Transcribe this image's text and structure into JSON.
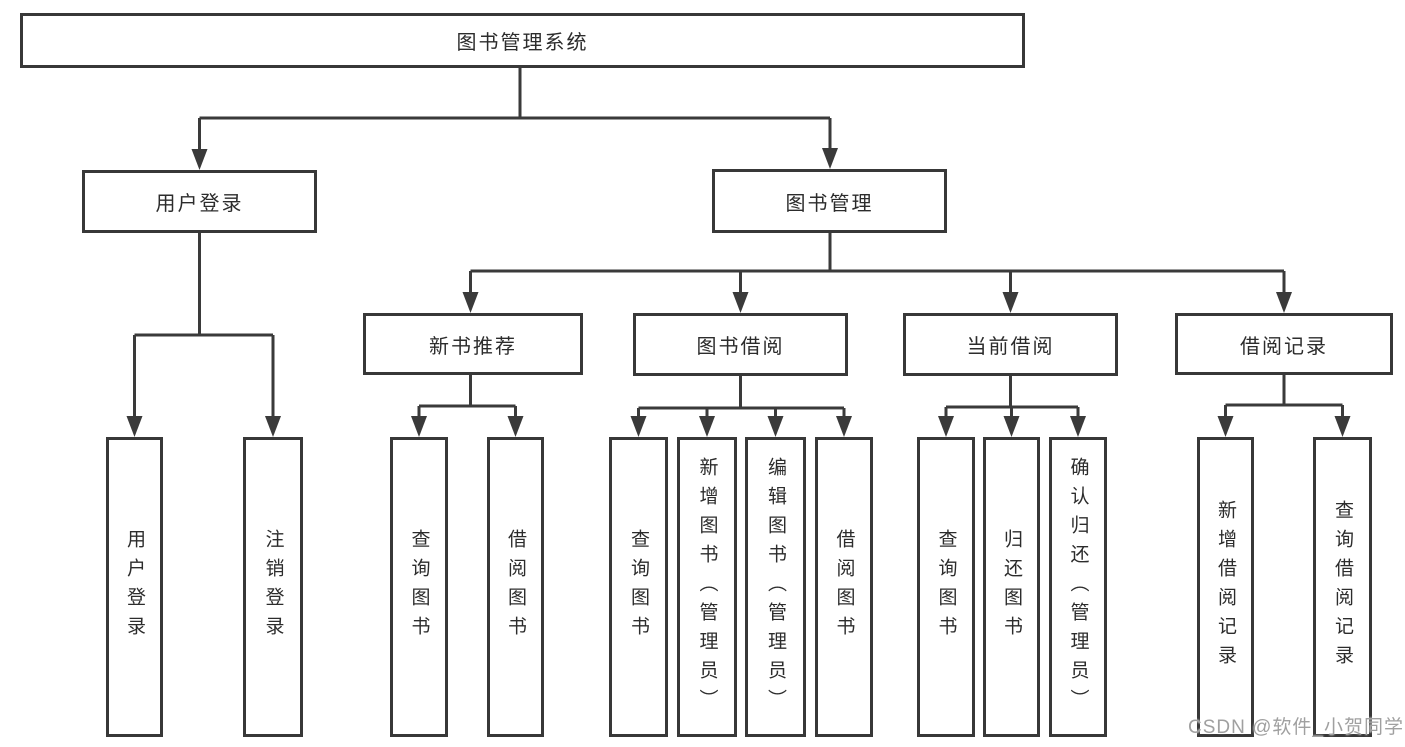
{
  "tree": {
    "label": "图书管理系统",
    "children": [
      {
        "label": "用户登录",
        "children": [
          {
            "label": "用户登录"
          },
          {
            "label": "注销登录"
          }
        ]
      },
      {
        "label": "图书管理",
        "children": [
          {
            "label": "新书推荐",
            "children": [
              {
                "label": "查询图书"
              },
              {
                "label": "借阅图书"
              }
            ]
          },
          {
            "label": "图书借阅",
            "children": [
              {
                "label": "查询图书"
              },
              {
                "label": "新增图书（管理员）"
              },
              {
                "label": "编辑图书（管理员）"
              },
              {
                "label": "借阅图书"
              }
            ]
          },
          {
            "label": "当前借阅",
            "children": [
              {
                "label": "查询图书"
              },
              {
                "label": "归还图书"
              },
              {
                "label": "确认归还（管理员）"
              }
            ]
          },
          {
            "label": "借阅记录",
            "children": [
              {
                "label": "新增借阅记录"
              },
              {
                "label": "查询借阅记录"
              }
            ]
          }
        ]
      }
    ]
  },
  "watermark": {
    "text": "CSDN @软件_小贺同学"
  },
  "colors": {
    "line": "#3a3a3a",
    "border": "#383838",
    "text": "#2c2c2c",
    "box_bg": "#ffffff",
    "watermark": "#a0a0a0",
    "background": "#ffffff"
  }
}
